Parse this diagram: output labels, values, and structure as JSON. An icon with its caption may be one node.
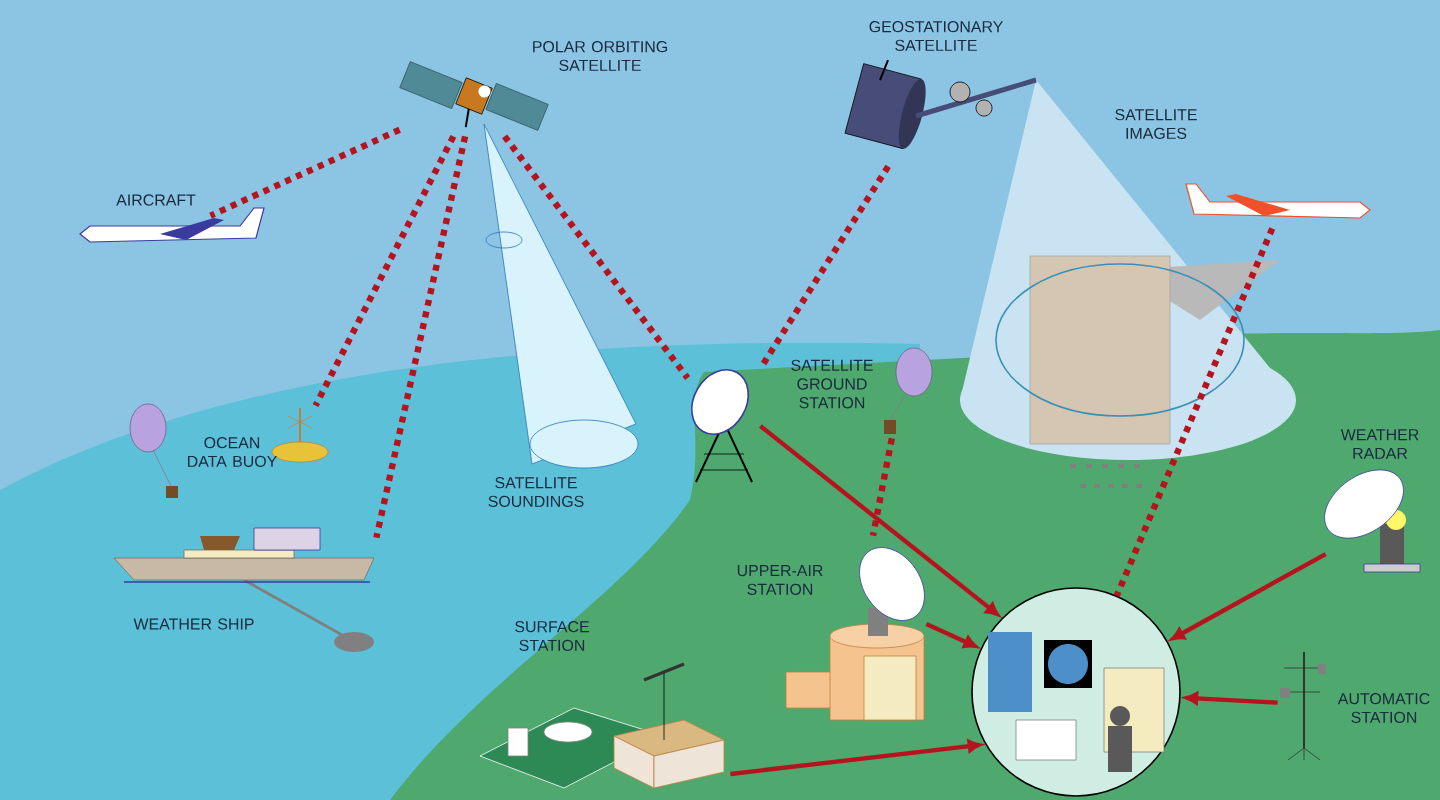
{
  "diagram": {
    "nodes": [
      {
        "text": [
          "AIRCRAFT"
        ]
      },
      {
        "text": [
          "POLAR ORBITING SATELLITE"
        ]
      },
      {
        "text": [
          "GEOSTATIONARY SATELLITE"
        ]
      },
      {
        "text": [
          "OCEAN DATA BUOY"
        ]
      },
      {
        "text": [
          "WEATHER SHIP"
        ]
      },
      {
        "text": [
          "SATELLITE GROUND STATION"
        ]
      },
      {
        "text": [],
        "shape": "picture"
      },
      {
        "text": [
          "UPPER-AIR STATION"
        ]
      },
      {
        "text": [
          "SURFACE STATION"
        ]
      },
      {
        "text": [],
        "shape": "picture"
      },
      {
        "text": [],
        "shape": "circle"
      },
      {
        "text": [
          "WEATHER RADAR"
        ]
      },
      {
        "text": [
          "AUTOMATIC STATION"
        ]
      }
    ],
    "edges": [
      {
        "from": 1,
        "to": 0,
        "arrow": "none",
        "style": "dashed"
      },
      {
        "from": 1,
        "to": 3,
        "arrow": "none",
        "style": "dashed"
      },
      {
        "from": 1,
        "to": 4,
        "arrow": "none",
        "style": "dashed"
      },
      {
        "from": 1,
        "to": 5,
        "arrow": "none",
        "style": "dashed"
      },
      {
        "from": 2,
        "to": 5,
        "arrow": "none",
        "style": "dashed"
      },
      {
        "from": 6,
        "to": 7,
        "arrow": "none",
        "style": "dashed"
      },
      {
        "from": 9,
        "to": 10,
        "arrow": "none",
        "style": "dashed"
      },
      {
        "from": 5,
        "to": 10,
        "arrow": "to"
      },
      {
        "from": 7,
        "to": 10,
        "arrow": "to"
      },
      {
        "from": 8,
        "to": 10,
        "arrow": "to"
      },
      {
        "from": 11,
        "to": 10,
        "arrow": "to"
      },
      {
        "from": 12,
        "to": 10,
        "arrow": "to"
      }
    ],
    "labels": [
      "SATELLITE IMAGES",
      "SATELLITE SOUNDINGS"
    ]
  }
}
